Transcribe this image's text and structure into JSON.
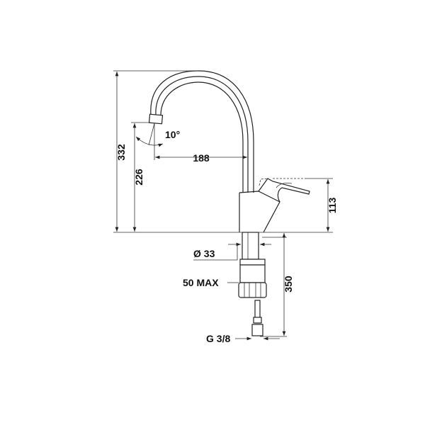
{
  "title": "Faucet technical dimension drawing",
  "dimensions": {
    "total_height": "332",
    "spout_height": "226",
    "spout_reach": "188",
    "spout_angle": "10°",
    "lever_height": "113",
    "hole_diameter": "Ø 33",
    "max_thickness": "50 MAX",
    "hose_length": "350",
    "connection": "G 3/8"
  },
  "colors": {
    "line": "#222222",
    "background": "#ffffff"
  }
}
